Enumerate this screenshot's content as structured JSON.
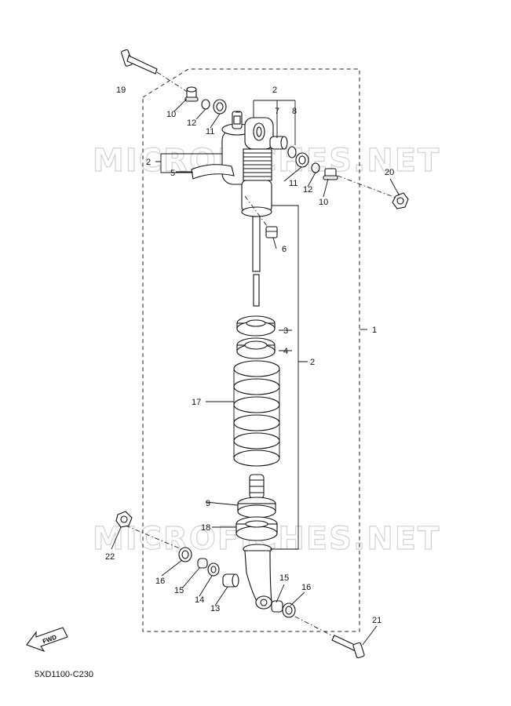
{
  "watermark": "MICROFICHES.NET",
  "diagram_code": "5XD1100-C230",
  "fwd_label": "FWD",
  "callouts": {
    "c1": "1",
    "c2a": "2",
    "c2b": "2",
    "c2c": "2",
    "c3": "3",
    "c4": "4",
    "c5": "5",
    "c6": "6",
    "c7": "7",
    "c8": "8",
    "c9": "9",
    "c10a": "10",
    "c10b": "10",
    "c11a": "11",
    "c11b": "11",
    "c12a": "12",
    "c12b": "12",
    "c13": "13",
    "c14": "14",
    "c15a": "15",
    "c15b": "15",
    "c16a": "16",
    "c16b": "16",
    "c17": "17",
    "c18": "18",
    "c19": "19",
    "c20": "20",
    "c21": "21",
    "c22": "22"
  }
}
